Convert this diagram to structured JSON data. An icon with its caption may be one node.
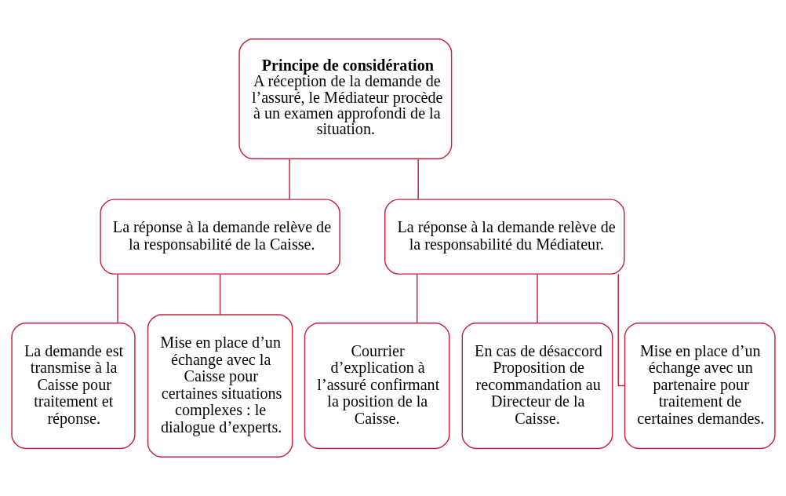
{
  "diagram": {
    "nodes": [
      {
        "text": [
          "Principe de considération",
          "A réception de la demande de l’assuré, le Médiateur procède à un examen approfondi de la situation."
        ]
      },
      {
        "text": [
          "La réponse à la demande relève de la responsabilité de la Caisse."
        ]
      },
      {
        "text": [
          "La réponse à la demande relève de la responsabilité du Médiateur."
        ]
      },
      {
        "text": [
          "La demande est transmise à la Caisse pour traitement et réponse."
        ]
      },
      {
        "text": [
          "Mise en place d’un échange avec la Caisse pour certaines situations complexes : le dialogue d’experts."
        ]
      },
      {
        "text": [
          "Courrier d’explication à l’assuré confirmant la position de la Caisse."
        ]
      },
      {
        "text": [
          "En cas de désaccord Proposition de recommandation au Directeur de la Caisse."
        ]
      },
      {
        "text": [
          "Mise en place d’un échange avec un partenaire pour traitement de certaines demandes."
        ]
      }
    ],
    "edges": [
      {
        "from": 0,
        "to": 1,
        "arrow": "none"
      },
      {
        "from": 0,
        "to": 2,
        "arrow": "none"
      },
      {
        "from": 1,
        "to": 3,
        "arrow": "none"
      },
      {
        "from": 1,
        "to": 4,
        "arrow": "none"
      },
      {
        "from": 2,
        "to": 5,
        "arrow": "none"
      },
      {
        "from": 2,
        "to": 6,
        "arrow": "none"
      },
      {
        "from": 2,
        "to": 7,
        "arrow": "none"
      }
    ]
  }
}
